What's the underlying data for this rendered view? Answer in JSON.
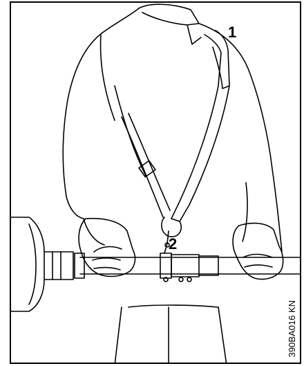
{
  "figure": {
    "callout_1": "1",
    "callout_2": "2",
    "figure_code": "390BA016 KN"
  },
  "colors": {
    "line": "#000000",
    "background": "#ffffff"
  }
}
